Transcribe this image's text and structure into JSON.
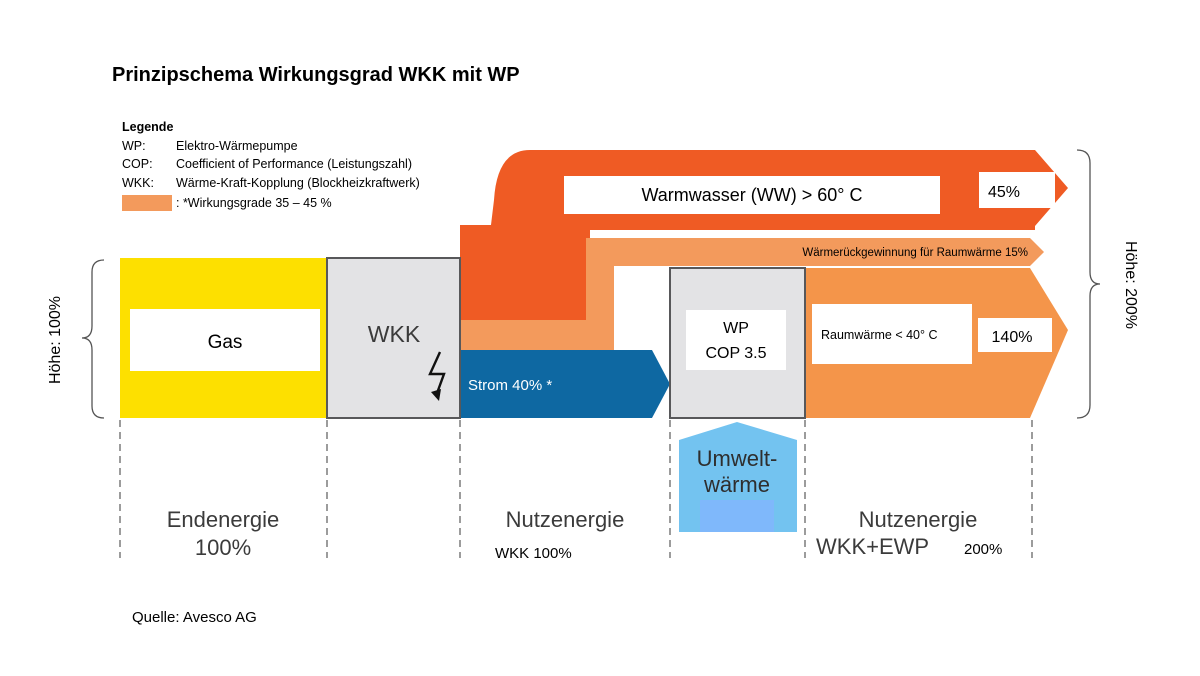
{
  "title": "Prinzipschema Wirkungsgrad WKK mit WP",
  "legend": {
    "heading": "Legende",
    "items": [
      {
        "abbr": "WP:",
        "text": "Elektro-Wärmepumpe"
      },
      {
        "abbr": "COP:",
        "text": "Coefficient of Performance (Leistungszahl)"
      },
      {
        "abbr": "WKK:",
        "text": "Wärme-Kraft-Kopplung (Blockheizkraftwerk)"
      }
    ],
    "rate_note": ": *Wirkungsgrade 35 – 45 %"
  },
  "flows": {
    "gas": "Gas",
    "wkk": "WKK",
    "strom": "Strom 40% *",
    "warmwasser": "Warmwasser (WW) > 60° C",
    "warmwasser_pct": "45%",
    "rueckgewinnung": "Wärmerückgewinnung für Raumwärme 15%",
    "wp_line1": "WP",
    "wp_line2": "COP 3.5",
    "raumwaerme": "Raumwärme < 40° C",
    "raumwaerme_pct": "140%",
    "umwelt_line1": "Umwelt-",
    "umwelt_line2": "wärme"
  },
  "heights": {
    "left": "Höhe: 100%",
    "right": "Höhe: 200%"
  },
  "bottom": {
    "endenergie_line1": "Endenergie",
    "endenergie_line2": "100%",
    "nutz1_line1": "Nutzenergie",
    "nutz1_line2": "WKK 100%",
    "nutz2_line1": "Nutzenergie",
    "nutz2_line2": "WKK+EWP",
    "nutz2_pct": "200%"
  },
  "source": "Quelle: Avesco AG",
  "colors": {
    "gas_yellow": "#fde000",
    "wkk_grey": "#e3e3e5",
    "box_border": "#58585a",
    "warmwasser_orange": "#ef5b24",
    "light_orange": "#f39a5c",
    "raum_orange": "#f4954a",
    "strom_blue": "#0e68a2",
    "umwelt_blue": "#73c3f0",
    "umwelt_inner": "#7fb8fb"
  }
}
